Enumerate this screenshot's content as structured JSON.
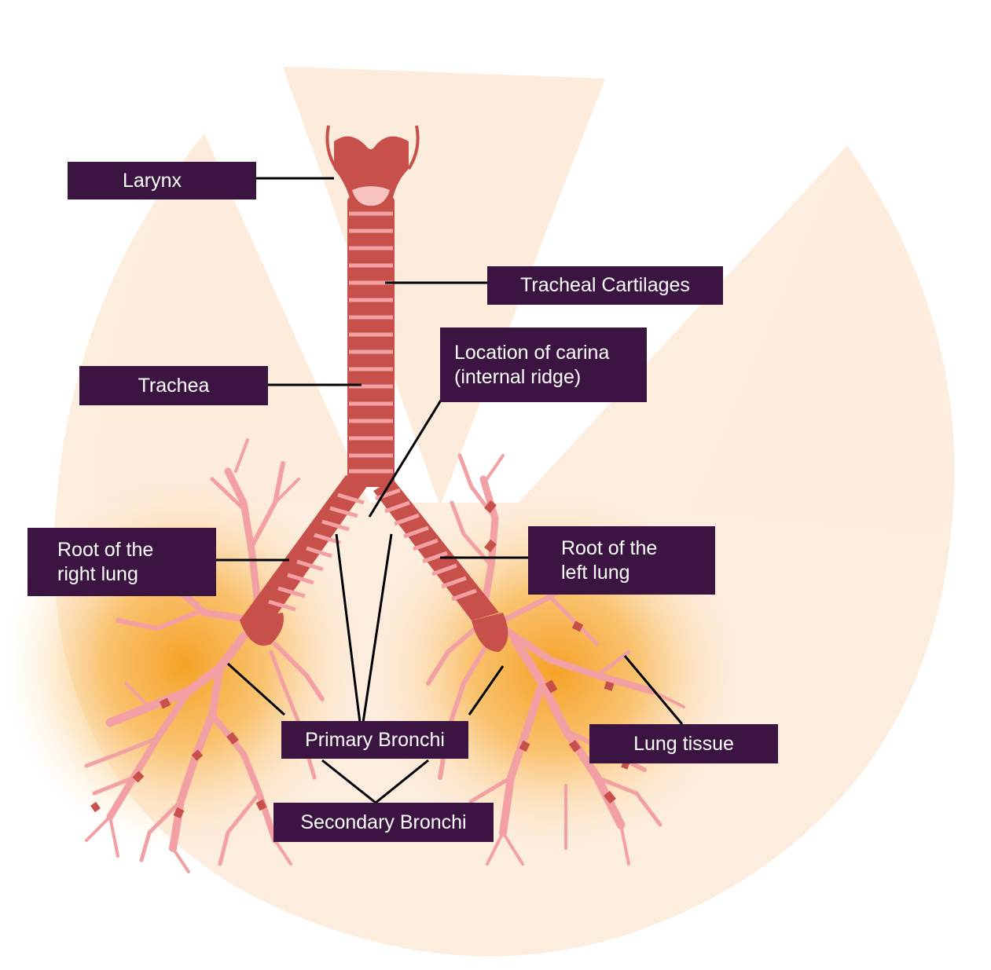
{
  "labels": {
    "larynx": "Larynx",
    "tracheal_cartilages": "Tracheal Cartilages",
    "carina": "Location of carina\n(internal ridge)",
    "trachea": "Trachea",
    "root_right": "Root of the\nright lung",
    "root_left": "Root of the\nleft lung",
    "primary_bronchi": "Primary Bronchi",
    "secondary_bronchi": "Secondary Bronchi",
    "lung_tissue": "Lung tissue"
  },
  "colors": {
    "label_background": "#3b1442",
    "label_text": "#ffffff",
    "airway_dark": "#c8504a",
    "airway_light": "#f2a7a0",
    "bronchiole": "#f4a6a4",
    "lung_glow": "#f6a623",
    "background_shape": "#fdebdc"
  }
}
